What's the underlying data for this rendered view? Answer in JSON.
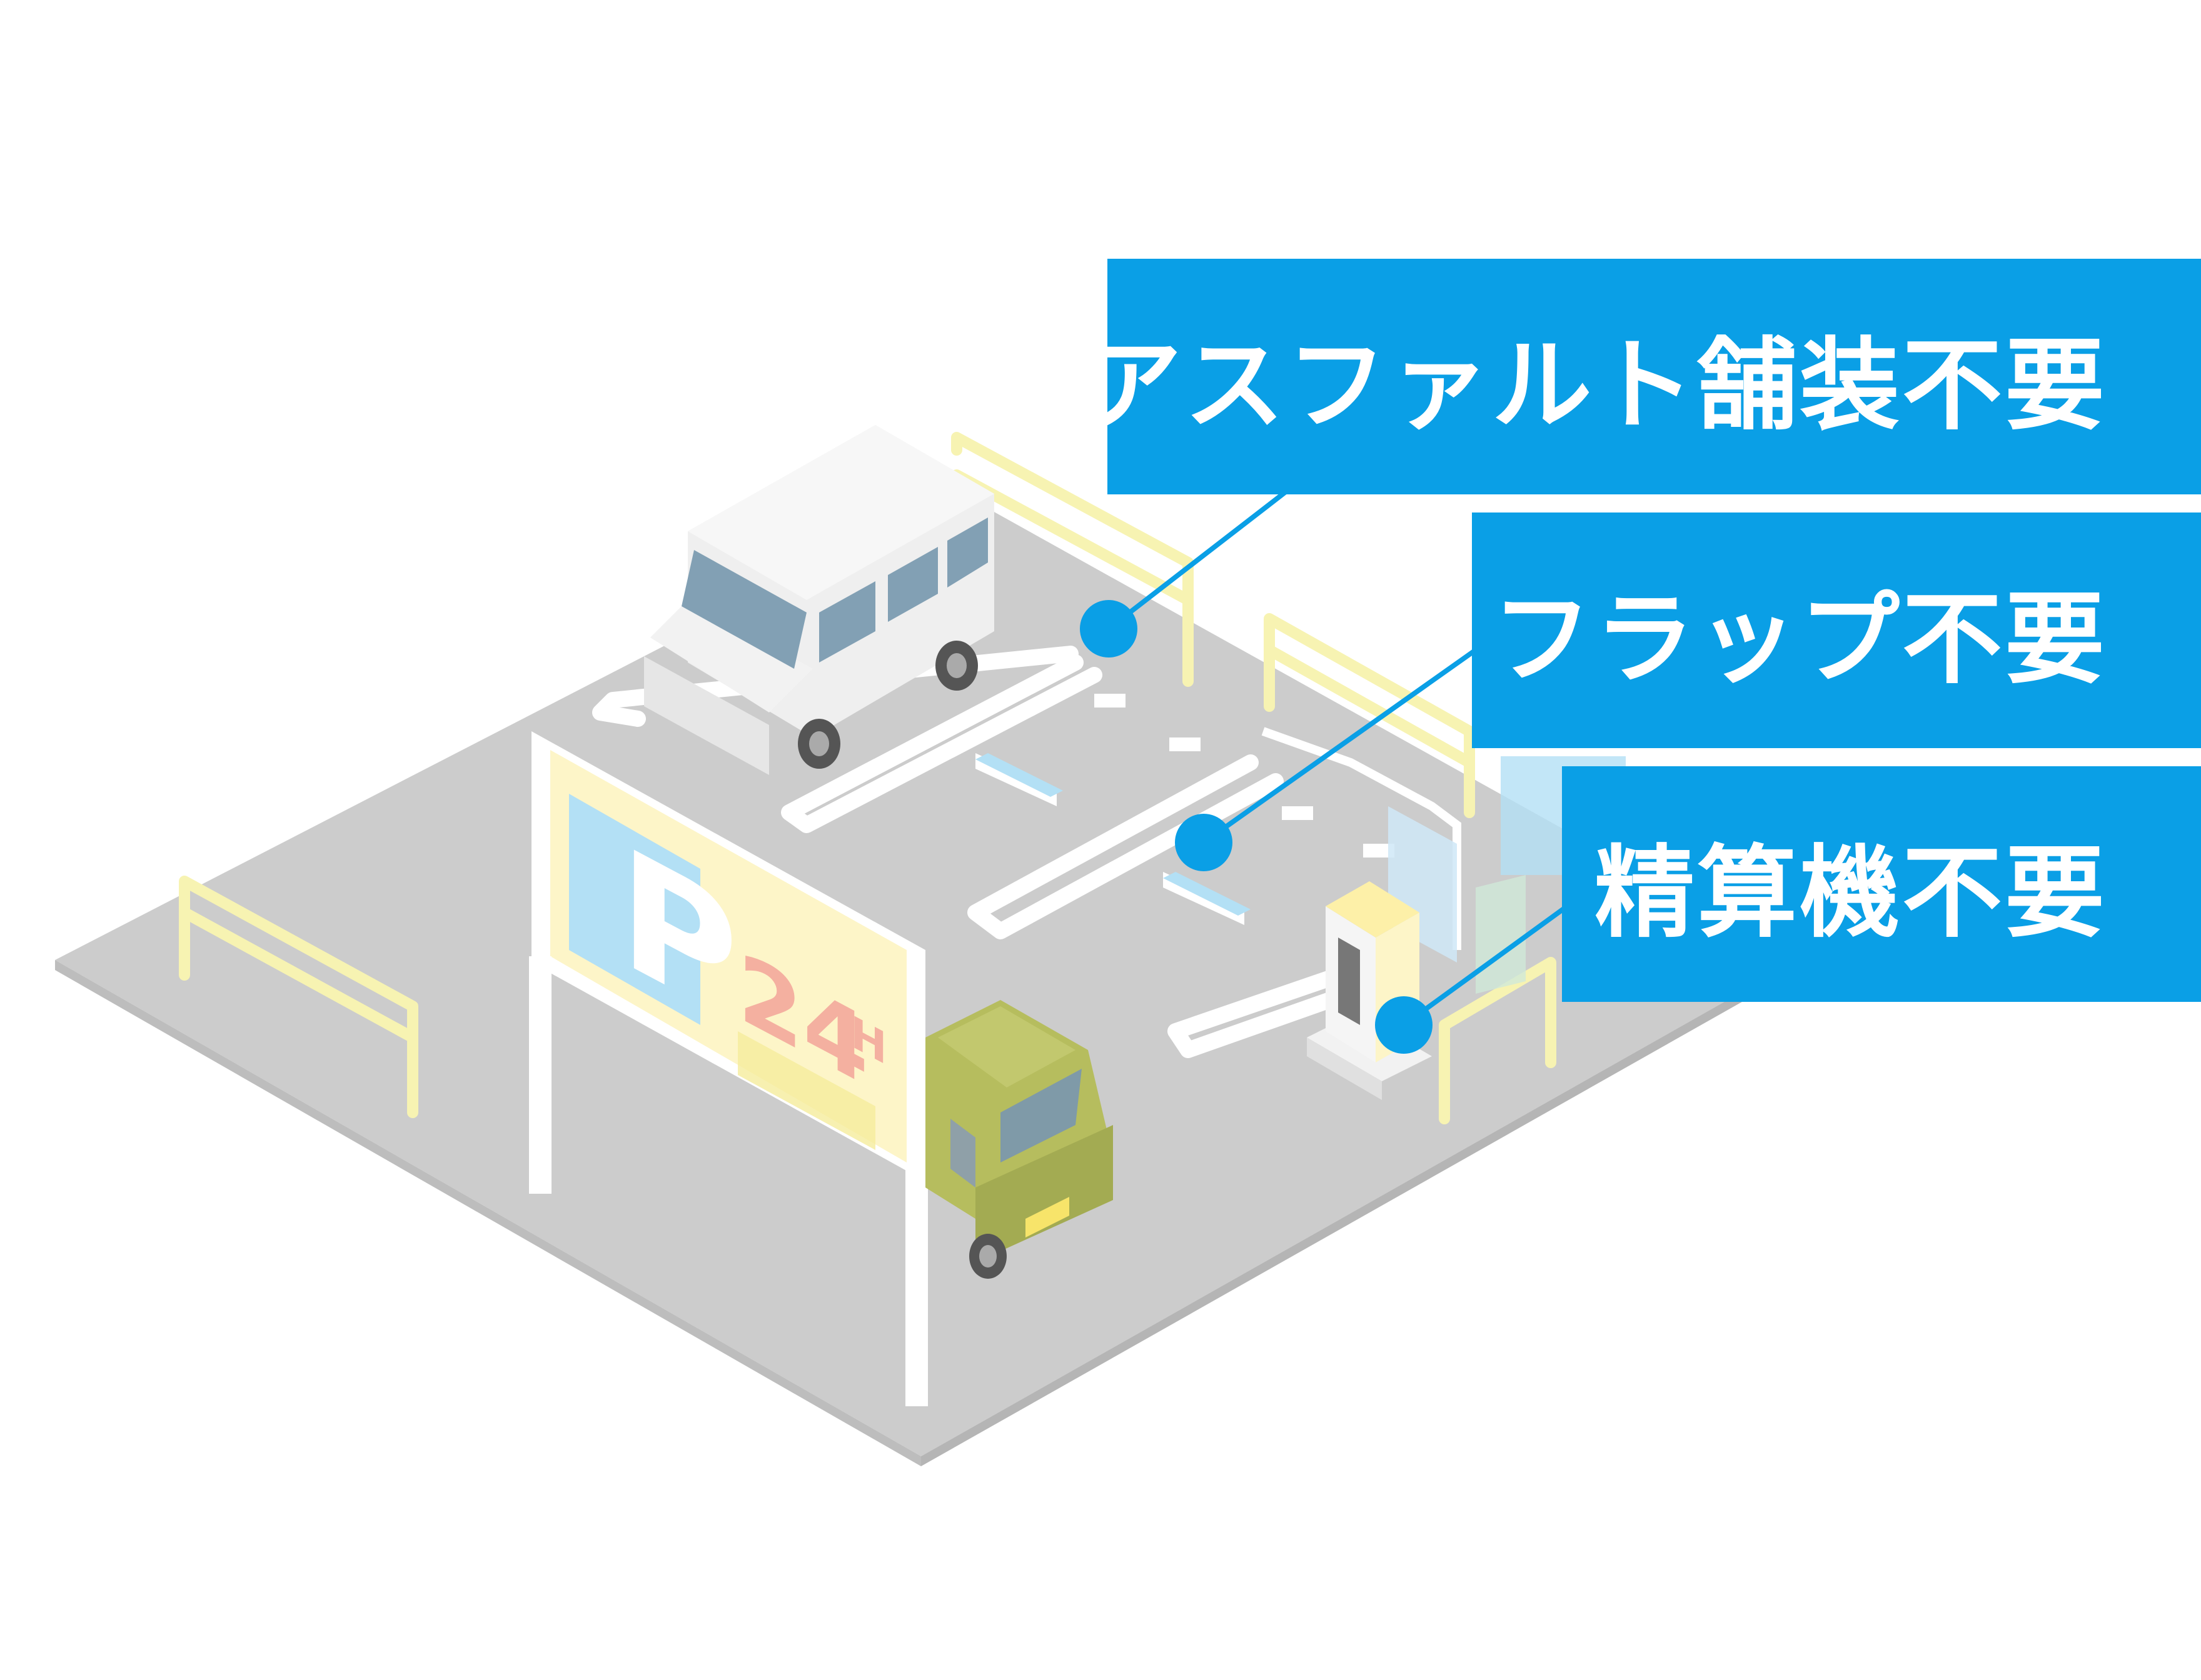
{
  "callouts": [
    {
      "id": "asphalt",
      "label": "アスファルト舗装不要"
    },
    {
      "id": "flap",
      "label": "フラップ不要"
    },
    {
      "id": "payment_machine",
      "label": "精算機不要"
    }
  ],
  "sign": {
    "parking_letter": "P",
    "hours_text": "24",
    "hours_suffix": "H"
  },
  "colors": {
    "callout_bg": "#0a9fe6",
    "callout_text": "#ffffff",
    "marker_dot": "#0a9fe6",
    "ground": "#cccccc",
    "ground_edge": "#bdbdbd",
    "fence": "#f7f3b2",
    "sign_bg": "#fdf5c8",
    "p_badge": "#b3e0f5",
    "hours_text": "#f4b0a0"
  },
  "icons": {
    "van": "white-van-icon",
    "car": "olive-car-icon",
    "sign": "parking-24h-sign-icon",
    "gate": "entry-gate-icon",
    "payment_machine": "payment-machine-icon",
    "flap": "flap-plate-icon"
  }
}
